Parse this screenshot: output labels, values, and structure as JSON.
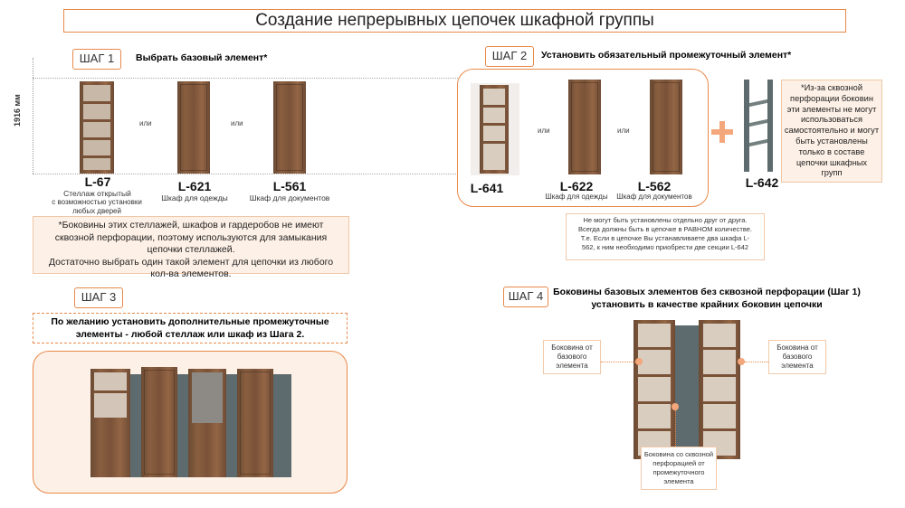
{
  "title": "Создание непрерывных цепочек шкафной группы",
  "height_label": "1916 мм",
  "step1": {
    "badge": "ШАГ 1",
    "heading": "Выбрать базовый элемент*",
    "or1": "или",
    "or2": "или",
    "items": [
      {
        "code": "L-67",
        "desc": "Стеллаж открытый",
        "desc2": "с возможностью установки любых дверей"
      },
      {
        "code": "L-621",
        "desc": "Шкаф для одежды"
      },
      {
        "code": "L-561",
        "desc": "Шкаф для документов"
      }
    ],
    "note_lines": [
      "*Боковины этих стеллажей, шкафов и гардеробов не имеют",
      "сквозной перфорации, поэтому используются для замыкания",
      "цепочки стеллажей.",
      "Достаточно выбрать один такой элемент для цепочки из любого",
      "кол-ва элементов."
    ]
  },
  "step2": {
    "badge": "ШАГ 2",
    "heading": "Установить обязательный промежуточный элемент*",
    "or1": "или",
    "or2": "или",
    "items": [
      {
        "code": "L-641"
      },
      {
        "code": "L-622",
        "desc": "Шкаф для одежды"
      },
      {
        "code": "L-562",
        "desc": "Шкаф для документов"
      }
    ],
    "plus": "+",
    "extra_code": "L-642",
    "side_note_lines": [
      "*Из-за сквозной",
      "перфорации боковин",
      "эти элементы не могут",
      "использоваться",
      "самостоятельно и могут",
      "быть установлены",
      "только в составе",
      "цепочки шкафных",
      "групп"
    ],
    "bottom_note_lines": [
      "Не могут быть установлены отдельно друг от друга.",
      "Всегда должны быть в цепочке в РАВНОМ количестве.",
      "Т.е. Если в цепочке Вы устанавливаете два шкафа L-",
      "562, к ним необходимо приобрести две секции L-642"
    ]
  },
  "step3": {
    "badge": "ШАГ 3",
    "heading_lines": [
      "По желанию установить дополнительные промежуточные",
      "элементы - любой стеллаж или шкаф из Шага 2."
    ]
  },
  "step4": {
    "badge": "ШАГ 4",
    "heading_lines": [
      "Боковины базовых элементов без сквозной перфорации (Шаг 1)",
      "установить в качестве крайних боковин цепочки"
    ],
    "left_label_lines": [
      "Боковина от",
      "базового",
      "элемента"
    ],
    "right_label_lines": [
      "Боковина от",
      "базового",
      "элемента"
    ],
    "bottom_label_lines": [
      "Боковина со сквозной",
      "перфорацией от",
      "промежуточного",
      "элемента"
    ]
  },
  "colors": {
    "accent": "#e8894a",
    "note_bg": "#fdf0e6",
    "wood": "#7a5238",
    "gray": "#5d6b6e"
  }
}
